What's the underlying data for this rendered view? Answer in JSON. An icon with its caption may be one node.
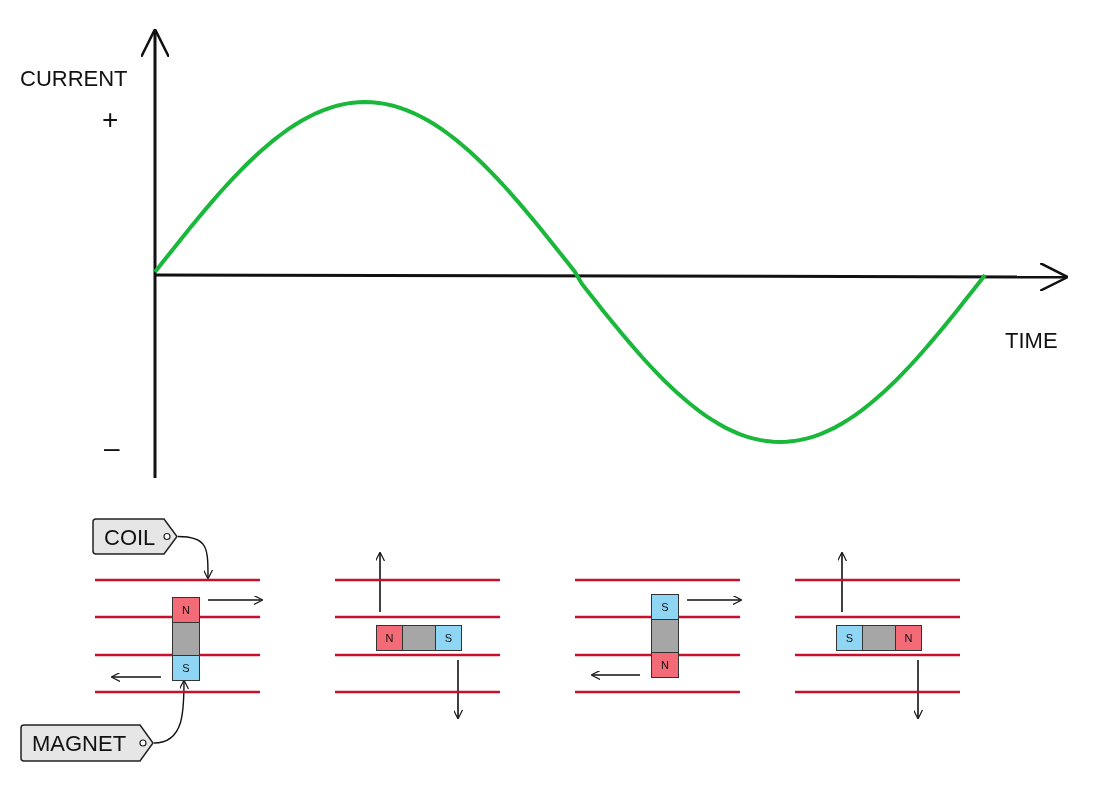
{
  "diagram": {
    "nodes": [
      {
        "text": [
          "COIL"
        ]
      },
      {
        "text": [],
        "shape": "picture"
      },
      {
        "text": [],
        "shape": "bar",
        "in": 1
      },
      {
        "text": [
          "MAGNET"
        ]
      },
      {
        "text": [],
        "shape": "picture"
      },
      {
        "text": [],
        "shape": "bar",
        "in": 4
      },
      {
        "text": [],
        "shape": "picture"
      },
      {
        "text": [],
        "shape": "bar",
        "in": 6
      },
      {
        "text": [],
        "shape": "picture"
      },
      {
        "text": [],
        "shape": "bar",
        "in": 8
      }
    ],
    "edges": [
      {
        "from": 0,
        "to": 1,
        "arrow": "to"
      },
      {
        "from": 3,
        "to": 2,
        "arrow": "to"
      }
    ],
    "labels": [
      "CURRENT",
      "+",
      "–",
      "TIME",
      "N",
      "S",
      "N",
      "S",
      "S",
      "N",
      "S",
      "N"
    ]
  }
}
